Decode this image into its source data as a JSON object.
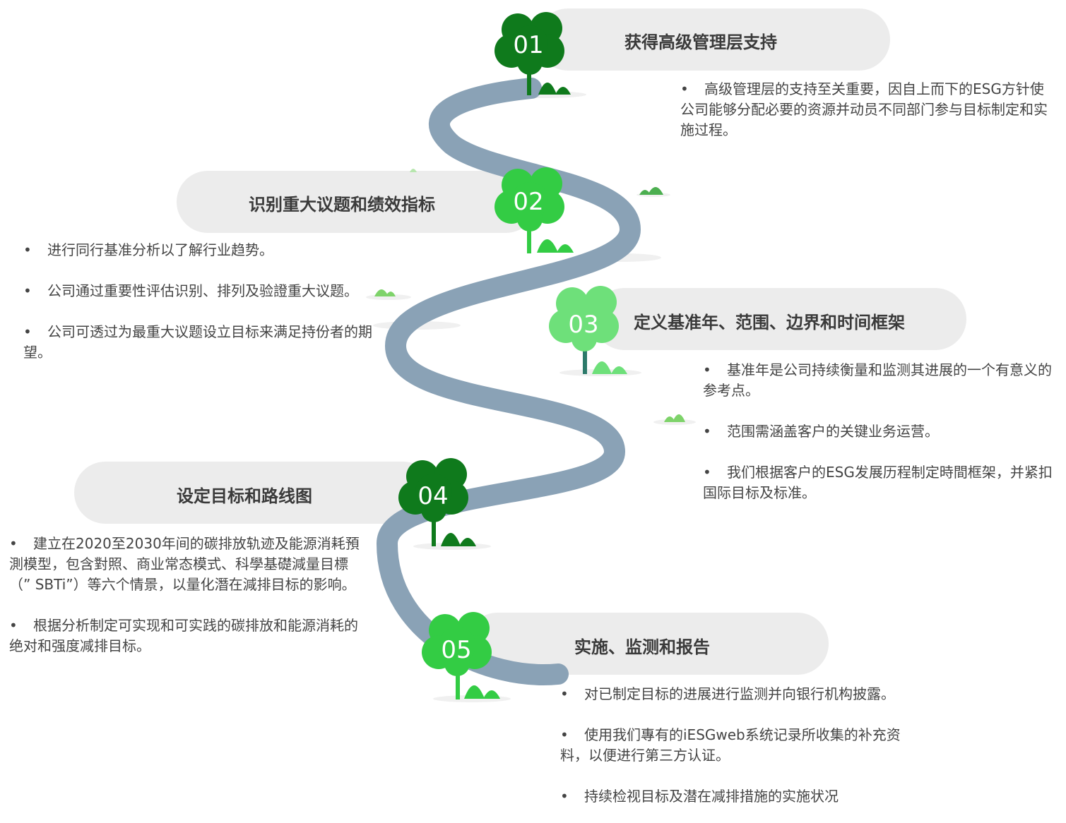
{
  "colors": {
    "road": "#8aa2b6",
    "band": "#ececec",
    "tree_dark": "#0f7a1c",
    "tree_mid": "#33cc44",
    "tree_light": "#6ee07a",
    "grass": "#6cc35a"
  },
  "steps": [
    {
      "number": "01",
      "title": "获得高级管理层支持",
      "bullets": [
        "高级管理层的支持至关重要，因自上而下的ESG方针使公司能够分配必要的资源并动员不同部门参与目标制定和实施过程。"
      ]
    },
    {
      "number": "02",
      "title": "识别重大议题和绩效指标",
      "bullets": [
        "进行同行基准分析以了解行业趋势。",
        "公司通过重要性评估识别、排列及验證重大议题。",
        "公司可透过为最重大议题设立目标来满足持份者的期望。"
      ]
    },
    {
      "number": "03",
      "title": "定义基准年、范围、边界和时间框架",
      "bullets": [
        "基准年是公司持续衡量和监测其进展的一个有意义的参考点。",
        "范围需涵盖客户的关键业务运营。",
        "我们根据客户的ESG发展历程制定時間框架，并紧扣国际目标及标准。"
      ]
    },
    {
      "number": "04",
      "title": "设定目标和路线图",
      "bullets": [
        "建立在2020至2030年间的碳排放轨迹及能源消耗預測模型，包含對照、商业常态模式、科學基礎減量目標（” SBTi”）等六个情景，以量化潛在減排目标的影响。",
        "根据分析制定可实现和可实践的碳排放和能源消耗的绝对和强度减排目标。"
      ]
    },
    {
      "number": "05",
      "title": "实施、监测和报告",
      "bullets": [
        "对已制定目标的进展进行监测并向银行机构披露。",
        "使用我们專有的iESGweb系统记录所收集的补充资料，以便进行第三方认证。",
        "持续检视目标及潜在减排措施的实施状况"
      ]
    }
  ]
}
